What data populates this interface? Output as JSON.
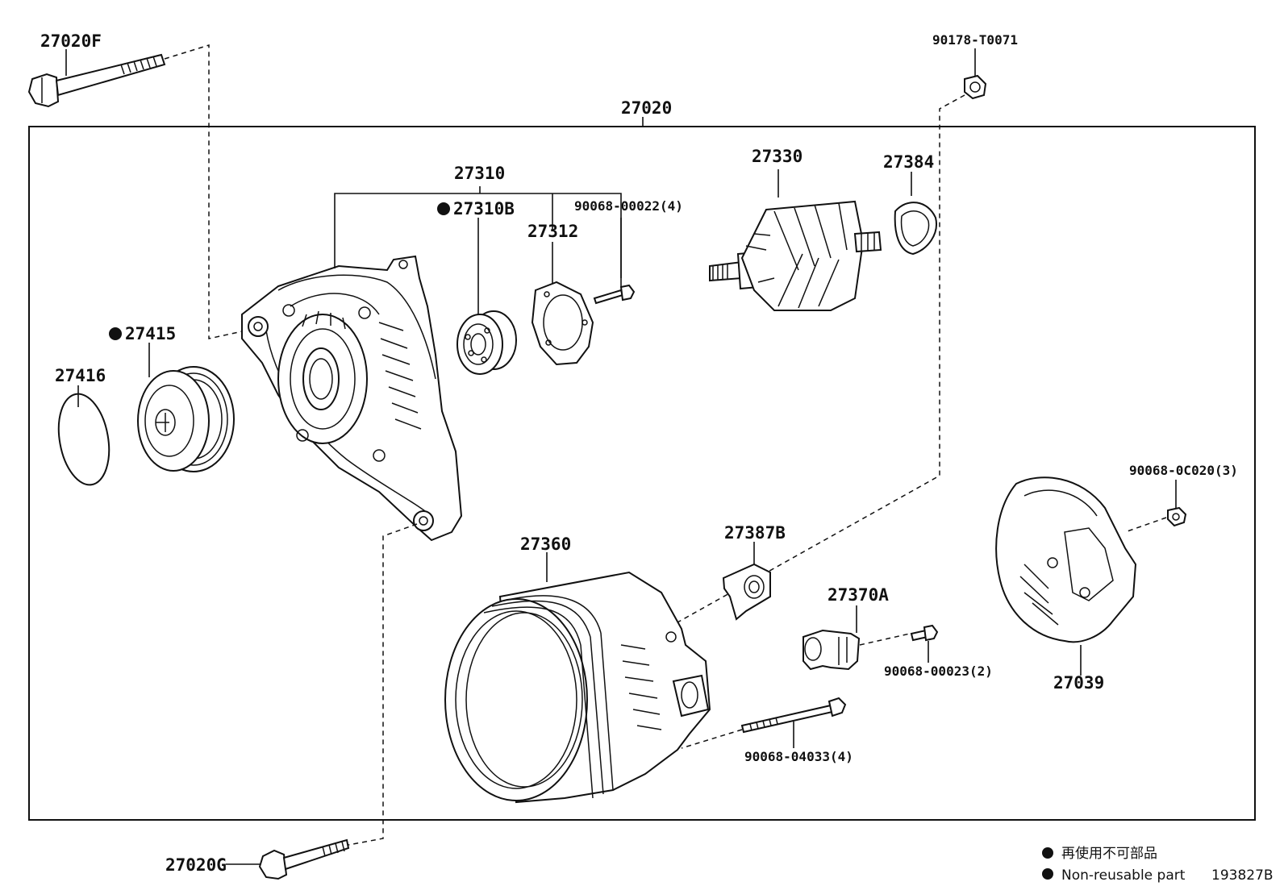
{
  "labels": {
    "p27020F": "27020F",
    "p90178": "90178-T0071",
    "p27020": "27020",
    "p27310": "27310",
    "p27310B": "27310B",
    "p90068_00022": "90068-00022(4)",
    "p27312": "27312",
    "p27330": "27330",
    "p27384": "27384",
    "p27415": "27415",
    "p27416": "27416",
    "p90068_0C020": "90068-0C020(3)",
    "p27360": "27360",
    "p27387B": "27387B",
    "p27370A": "27370A",
    "p90068_00023": "90068-00023(2)",
    "p27039": "27039",
    "p90068_04033": "90068-04033(4)",
    "p27020G": "27020G"
  },
  "legend": {
    "jp": "再使用不可部品",
    "en": "Non-reusable part"
  },
  "figure_code": "193827B",
  "non_reusable_parts": [
    "27310B",
    "27415"
  ]
}
